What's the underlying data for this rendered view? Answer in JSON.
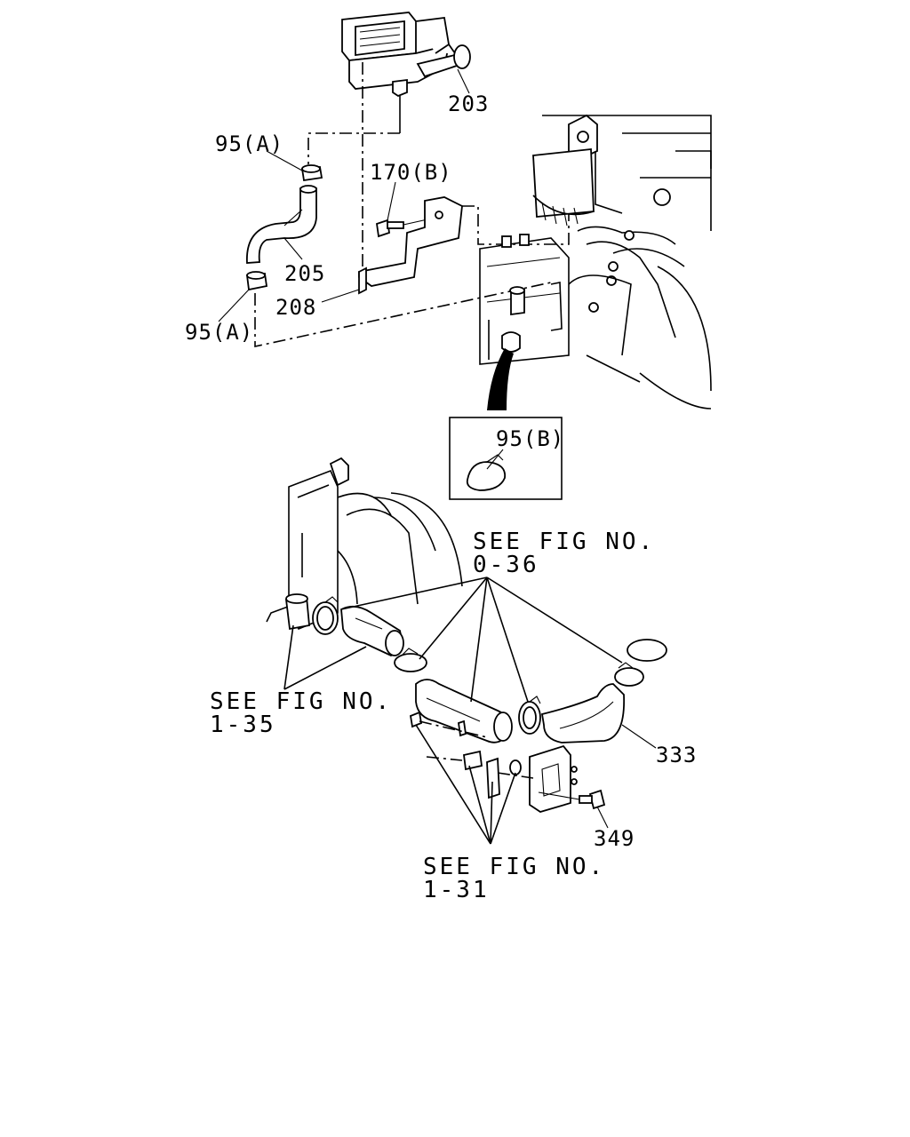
{
  "callouts": {
    "p203": "203",
    "p95a_top": "95(A)",
    "p170b": "170(B)",
    "p205": "205",
    "p208": "208",
    "p95a_bottom": "95(A)",
    "p95b": "95(B)",
    "p333": "333",
    "p349": "349"
  },
  "references": {
    "fig036_line1": "SEE FIG NO.",
    "fig036_line2": "0-36",
    "fig135_line1": "SEE FIG NO.",
    "fig135_line2": "1-35",
    "fig131_line1": "SEE FIG NO.",
    "fig131_line2": "1-31"
  }
}
